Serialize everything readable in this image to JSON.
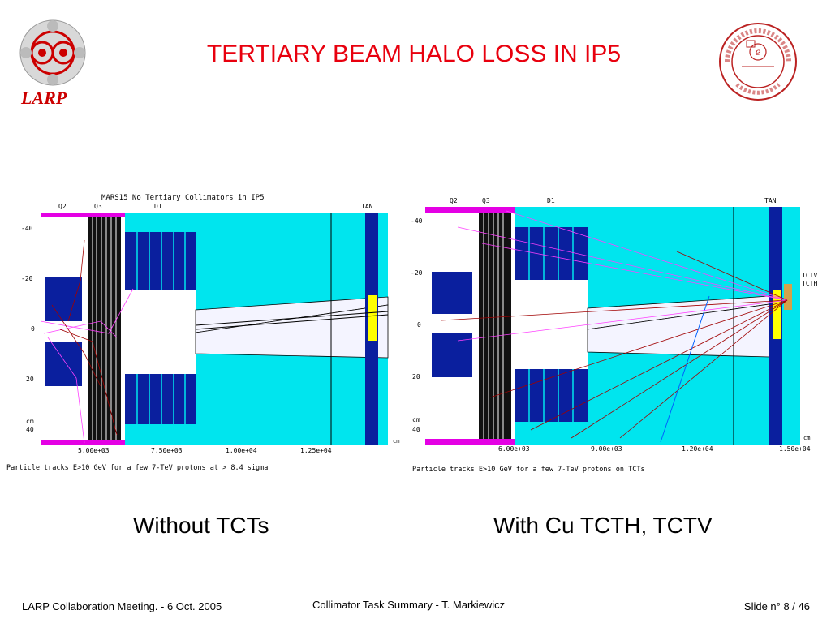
{
  "slide": {
    "title": "TERTIARY BEAM HALO LOSS IN IP5",
    "logo_left_text": "LARP",
    "seal_text": "STANFORD LINEAR ACCELERATOR CENTER · ESTABLISHED 1962 · D.O.E.",
    "caption_left": "Without TCTs",
    "caption_right": "With Cu TCTH, TCTV",
    "footer_left": "LARP Collaboration Meeting.  -  6 Oct. 2005",
    "footer_center": "Collimator Task Summary  -  T. Markiewicz",
    "footer_right": "Slide n° 8 / 46"
  },
  "left_plot": {
    "title": "MARS15 No Tertiary Collimators in IP5",
    "caption": "Particle tracks E>10 GeV for a few 7-TeV protons at > 8.4 sigma",
    "labels": {
      "q2": "Q2",
      "q3": "Q3",
      "d1": "D1",
      "tan": "TAN",
      "cm_y": "cm",
      "cm_x": "cm"
    },
    "y_ticks": [
      "-40",
      "-20",
      "0",
      "20",
      "40"
    ],
    "x_ticks": [
      "5.00e+03",
      "7.50e+03",
      "1.00e+04",
      "1.25e+04"
    ]
  },
  "right_plot": {
    "labels": {
      "q2": "Q2",
      "q3": "Q3",
      "d1": "D1",
      "tan": "TAN",
      "tctv": "TCTV",
      "tcth": "TCTH",
      "cm_y": "cm",
      "cm_x": "cm"
    },
    "caption": "Particle tracks E>10 GeV for a few 7-TeV protons on TCTs",
    "y_ticks": [
      "-40",
      "-20",
      "0",
      "20",
      "40"
    ],
    "x_ticks": [
      "6.00e+03",
      "9.00e+03",
      "1.20e+04",
      "1.50e+04"
    ]
  },
  "colors": {
    "title_red": "#e8000e",
    "cyan": "#00e5ee",
    "navy": "#0a1f9e",
    "magenta": "#e400e4",
    "yellow": "#ffff00",
    "track_red": "#a00000",
    "track_pink": "#ff40ff"
  }
}
